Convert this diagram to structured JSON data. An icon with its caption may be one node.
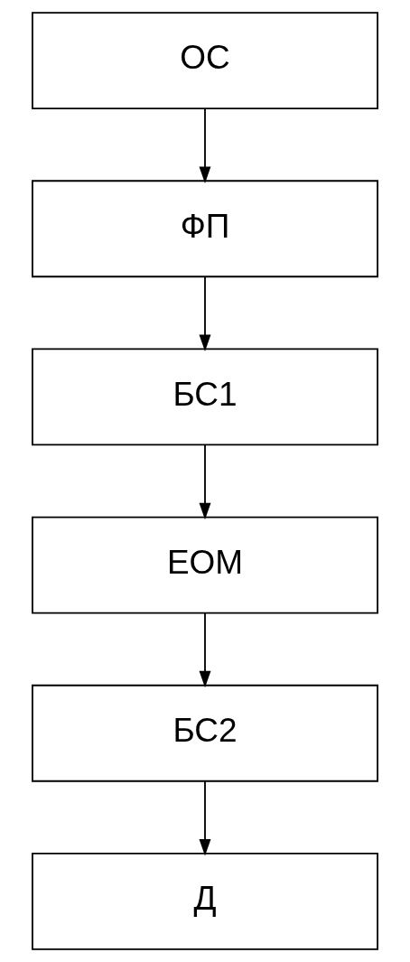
{
  "diagram": {
    "nodes": [
      {
        "text": [
          "ОС"
        ]
      },
      {
        "text": [
          "ФП"
        ]
      },
      {
        "text": [
          "БС1"
        ]
      },
      {
        "text": [
          "ЕОМ"
        ]
      },
      {
        "text": [
          "БС2"
        ]
      },
      {
        "text": [
          "Д"
        ]
      }
    ],
    "edges": [
      {
        "from": 0,
        "to": 1,
        "arrow": "to"
      },
      {
        "from": 1,
        "to": 2,
        "arrow": "to"
      },
      {
        "from": 2,
        "to": 3,
        "arrow": "to"
      },
      {
        "from": 3,
        "to": 4,
        "arrow": "to"
      },
      {
        "from": 4,
        "to": 5,
        "arrow": "to"
      }
    ]
  }
}
